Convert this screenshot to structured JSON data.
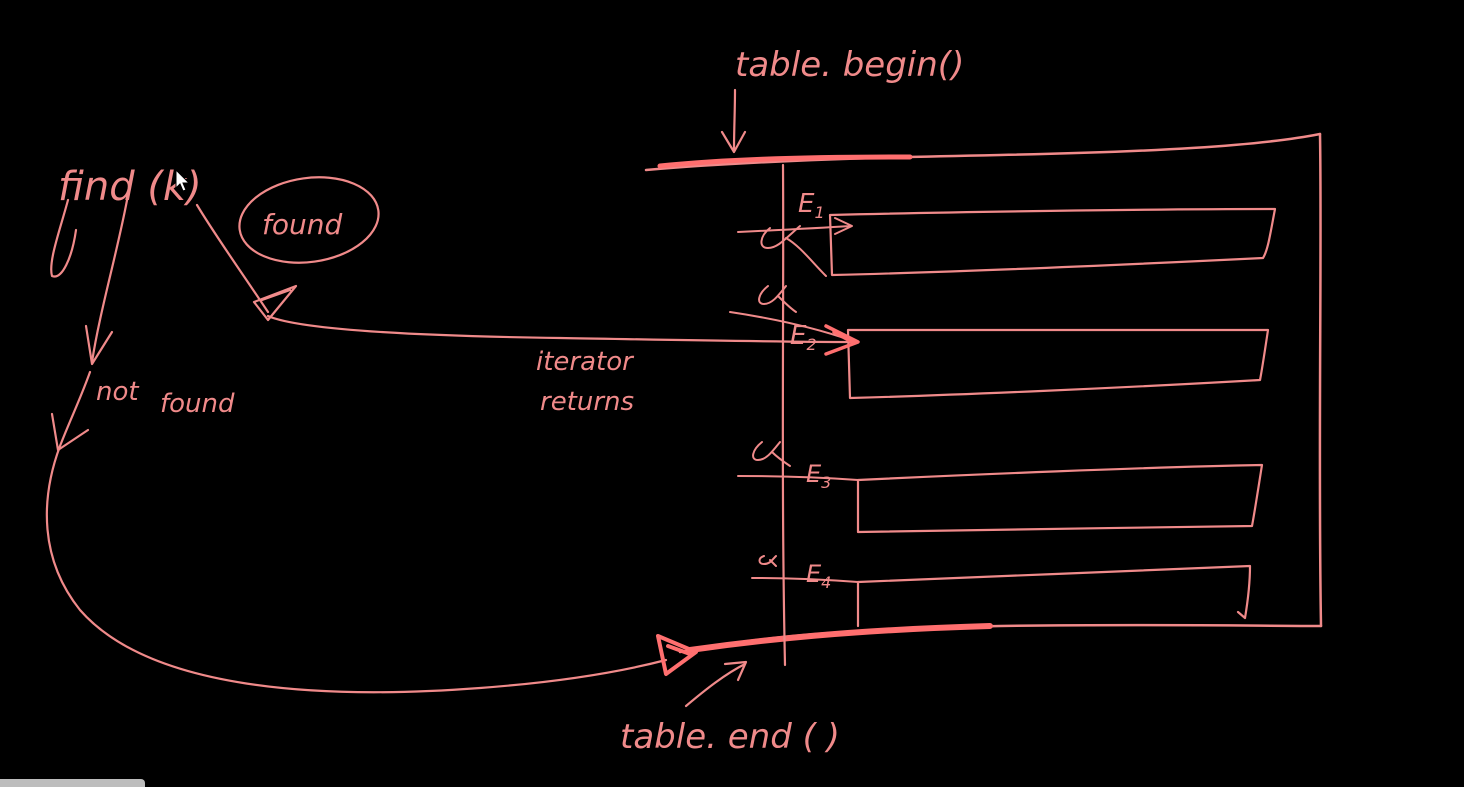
{
  "canvas": {
    "background": "#000000",
    "ink_color": "#f08a8a",
    "highlight_color": "#ff6f6f"
  },
  "labels": {
    "find": "find (k)",
    "found": "found",
    "not_found": "not found",
    "iterator_returns": [
      "iterator",
      "returns"
    ],
    "begin": "table. begin()",
    "end": "table. end ( )",
    "entries": [
      "E1",
      "E2",
      "E3",
      "E4"
    ],
    "marker": "α"
  },
  "icons": {
    "cursor": "mouse-cursor-icon"
  },
  "ui": {
    "scrubber": "playback-progress-bar"
  }
}
